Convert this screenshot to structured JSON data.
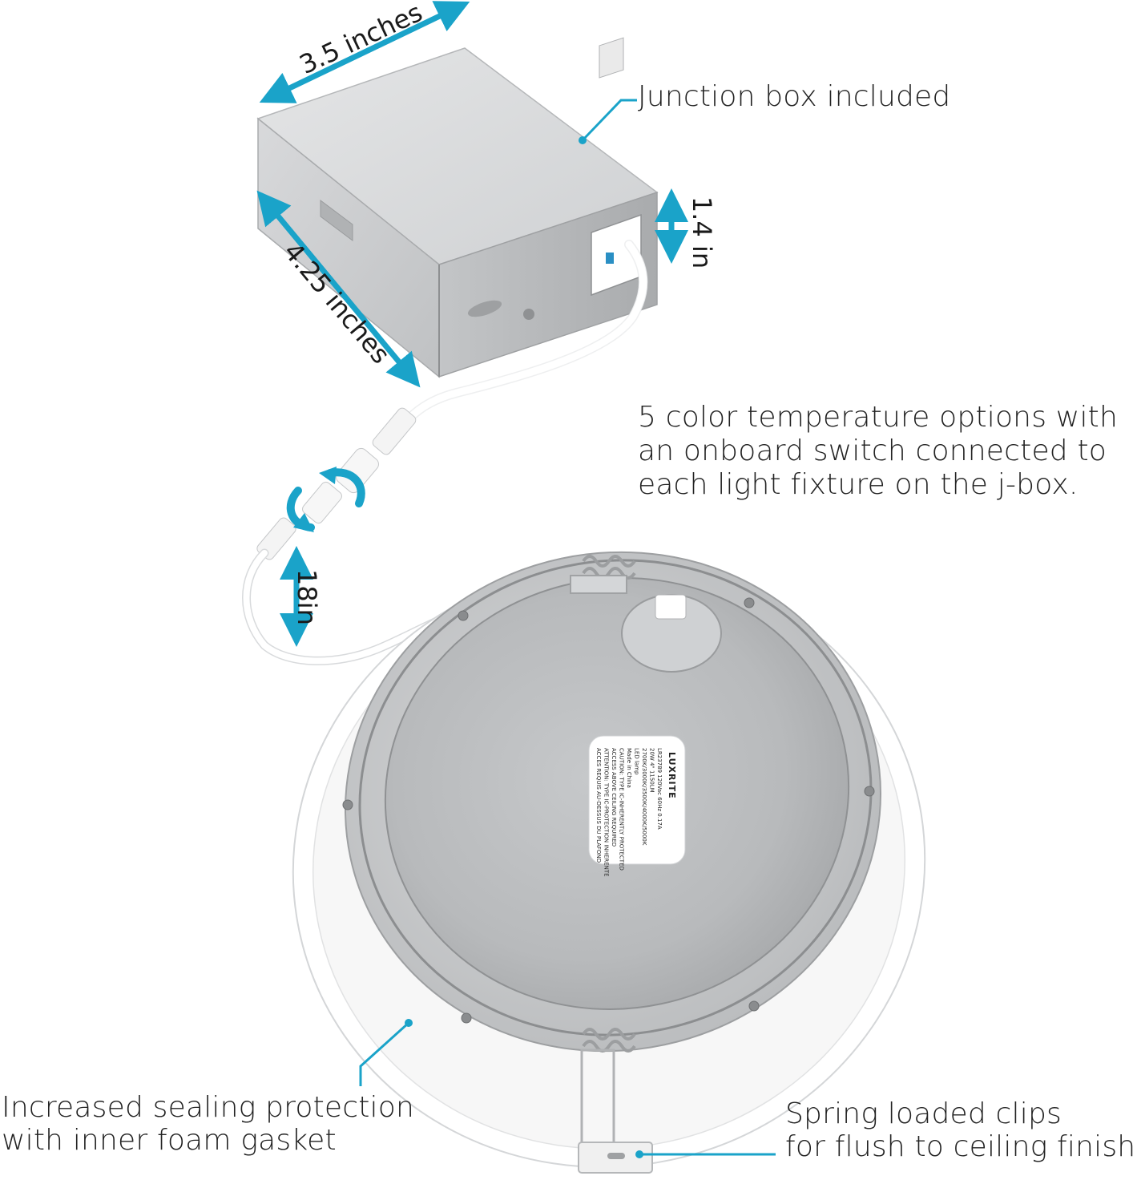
{
  "colors": {
    "accent": "#1aa3c9",
    "text": "#222222",
    "metal": "#c9cbcd"
  },
  "dimensions": {
    "width_label": "3.5 inches",
    "depth_label": "4.25 inches",
    "height_label": "1.4 in",
    "cable_label": "18in"
  },
  "callouts": {
    "junction_box": "Junction box included",
    "color_temp": [
      "5 color temperature options with",
      "an onboard switch connected to",
      "each light fixture on the j-box."
    ],
    "gasket": [
      "Increased sealing protection",
      "with inner foam gasket"
    ],
    "clips": [
      "Spring loaded clips",
      "for flush to ceiling finish"
    ]
  },
  "product_label": {
    "brand": "LUXRITE",
    "lines": [
      "LR23789 120Vac 60Hz 0.17A",
      "20W 4\" 1150LM",
      "2700K/3000K/3500K/4000K/5000K",
      "LED lamp",
      "Made in China",
      "CAUTION: TYPE IC-INHERENTLY PROTECTED",
      "ACCESS ABOVE CEILING REQUIRED",
      "ATTENTION: TYPE IC-PROTECTION INHERENTE",
      "ACCES REQUIS AU-DESSUS DU PLAFOND"
    ]
  }
}
